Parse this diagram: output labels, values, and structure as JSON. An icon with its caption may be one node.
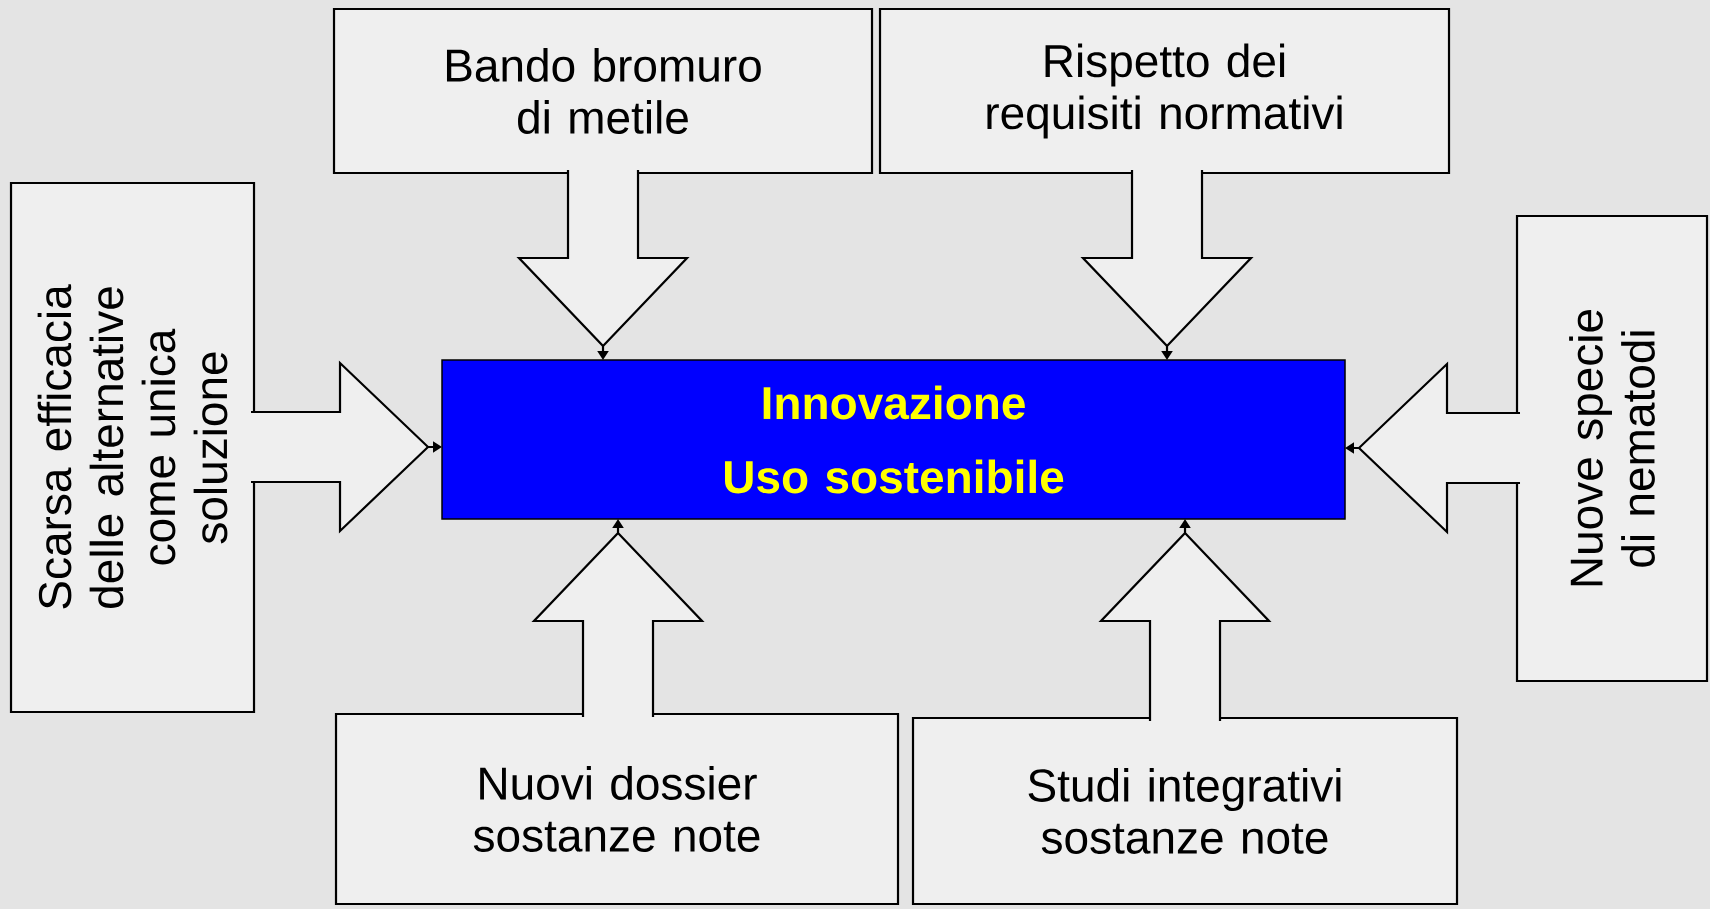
{
  "diagram": {
    "nodes": [
      {
        "text": [
          "Bando bromuro di metile"
        ]
      },
      {
        "text": [
          "Rispetto dei requisiti normativi"
        ]
      },
      {
        "text": [
          "Scarsa efficacia delle alternative come unica soluzione"
        ]
      },
      {
        "text": [
          "Innovazione",
          "Uso sostenibile"
        ]
      },
      {
        "text": [
          "Nuove specie di nematodi"
        ]
      },
      {
        "text": [
          "Nuovi dossier sostanze note"
        ]
      },
      {
        "text": [
          "Studi integrativi sostanze note"
        ]
      }
    ],
    "edges": [
      {
        "from": 0,
        "to": 3,
        "arrow": "to"
      },
      {
        "from": 1,
        "to": 3,
        "arrow": "to"
      },
      {
        "from": 2,
        "to": 3,
        "arrow": "to"
      },
      {
        "from": 4,
        "to": 3,
        "arrow": "to"
      },
      {
        "from": 5,
        "to": 3,
        "arrow": "to"
      },
      {
        "from": 6,
        "to": 3,
        "arrow": "to"
      }
    ]
  }
}
